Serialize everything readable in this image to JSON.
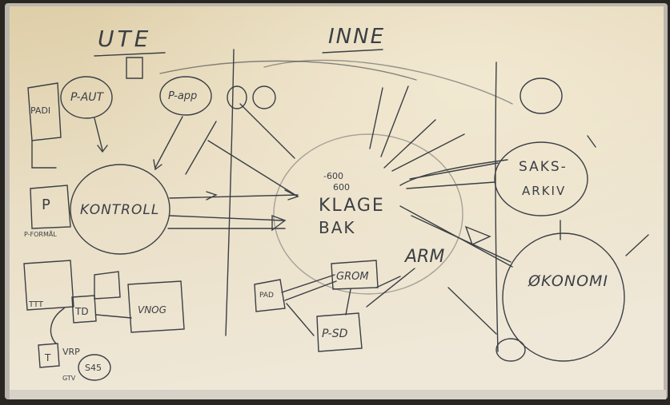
{
  "board": {
    "headings": {
      "outside": "UTE",
      "inside": "INNE"
    },
    "nodes": {
      "padi": "PADI",
      "paut": "P-AUT",
      "papp": "P-app",
      "oo": "OO",
      "kontroll": "KONTROLL",
      "p_box": "P",
      "p_label": "P-FORMÅL",
      "ttt": "TTT",
      "td": "TD",
      "t_box": "T",
      "vrp": "VRP",
      "vnog": "VNOG",
      "gtv": "GTV",
      "s45": "S45",
      "klage_num1": "-600",
      "klage_num2": "600",
      "klage": "KLAGE",
      "bak": "BAK",
      "grom": "GROM",
      "arm": "ARM",
      "pad": "PAD",
      "psd": "P-SD",
      "saks": "SAKS-",
      "arkiv": "ARKIV",
      "okonomi": "ØKONOMI"
    }
  },
  "colors": {
    "board_top": "#e3d6bb",
    "board_bottom": "#ece4d0",
    "ink": "#3b3f45",
    "frame": "#b9b5ae"
  }
}
